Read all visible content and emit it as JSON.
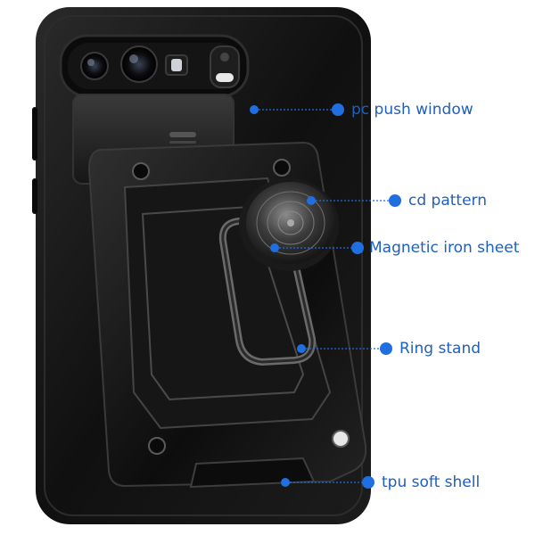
{
  "callouts": [
    {
      "id": "pc-push-window",
      "label": "pc push window"
    },
    {
      "id": "cd-pattern",
      "label": "cd pattern"
    },
    {
      "id": "magnetic-iron-sheet",
      "label": "Magnetic iron sheet"
    },
    {
      "id": "ring-stand",
      "label": "Ring stand"
    },
    {
      "id": "tpu-soft-shell",
      "label": "tpu soft shell"
    }
  ],
  "colors": {
    "accent": "#1f6fe0",
    "label": "#1f5fbf",
    "case": "#111111"
  }
}
